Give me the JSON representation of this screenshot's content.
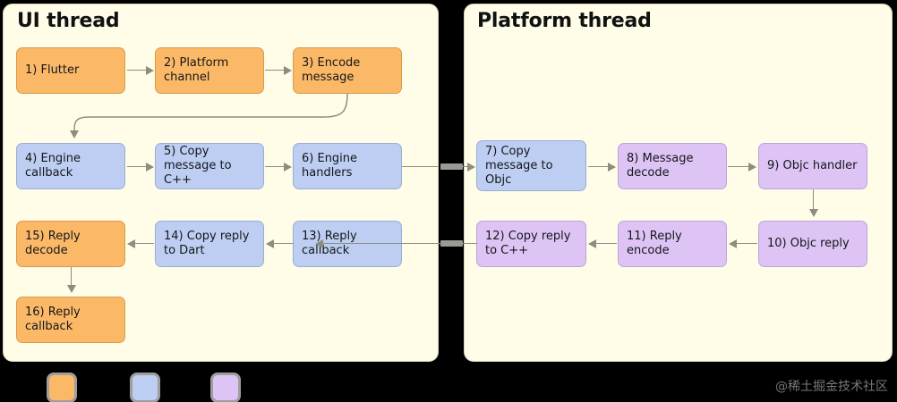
{
  "diagram": {
    "title_ui": "UI thread",
    "title_platform": "Platform thread",
    "watermark": "@稀土掘金技术社区",
    "colors": {
      "orange": "#FBB968",
      "blue": "#BDCEF2",
      "purple": "#DDC4F5",
      "panel_background": "#FFFCE8",
      "canvas_background": "#000000",
      "connector": "#8a8d80"
    },
    "lanes": [
      {
        "name": "ui-thread",
        "title": "UI thread",
        "nodes": [
          {
            "id": "n1",
            "label_lines": [
              "1) Flutter"
            ],
            "color": "orange"
          },
          {
            "id": "n2",
            "label_lines": [
              "2) Platform",
              "channel"
            ],
            "color": "orange"
          },
          {
            "id": "n3",
            "label_lines": [
              "3) Encode",
              "message"
            ],
            "color": "orange"
          },
          {
            "id": "n4",
            "label_lines": [
              "4) Engine",
              "callback"
            ],
            "color": "blue"
          },
          {
            "id": "n5",
            "label_lines": [
              "5) Copy",
              "message to C++"
            ],
            "color": "blue"
          },
          {
            "id": "n6",
            "label_lines": [
              "6) Engine",
              "handlers"
            ],
            "color": "blue"
          },
          {
            "id": "n13",
            "label_lines": [
              "13) Reply",
              "callback"
            ],
            "color": "blue"
          },
          {
            "id": "n14",
            "label_lines": [
              "14) Copy reply",
              "to Dart"
            ],
            "color": "blue"
          },
          {
            "id": "n15",
            "label_lines": [
              "15) Reply",
              "decode"
            ],
            "color": "orange"
          },
          {
            "id": "n16",
            "label_lines": [
              "16) Reply",
              "callback"
            ],
            "color": "orange"
          }
        ]
      },
      {
        "name": "platform-thread",
        "title": "Platform thread",
        "nodes": [
          {
            "id": "n7",
            "label_lines": [
              "7) Copy",
              "message to",
              "Objc"
            ],
            "color": "blue"
          },
          {
            "id": "n8",
            "label_lines": [
              "8) Message",
              "decode"
            ],
            "color": "purple"
          },
          {
            "id": "n9",
            "label_lines": [
              "9) Objc handler"
            ],
            "color": "purple"
          },
          {
            "id": "n10",
            "label_lines": [
              "10) Objc reply"
            ],
            "color": "purple"
          },
          {
            "id": "n11",
            "label_lines": [
              "11) Reply",
              "encode"
            ],
            "color": "purple"
          },
          {
            "id": "n12",
            "label_lines": [
              "12) Copy reply",
              "to C++"
            ],
            "color": "purple"
          }
        ]
      }
    ],
    "edges": [
      {
        "from": "n1",
        "to": "n2"
      },
      {
        "from": "n2",
        "to": "n3"
      },
      {
        "from": "n3",
        "to": "n4"
      },
      {
        "from": "n4",
        "to": "n5"
      },
      {
        "from": "n5",
        "to": "n6"
      },
      {
        "from": "n6",
        "to": "n7"
      },
      {
        "from": "n7",
        "to": "n8"
      },
      {
        "from": "n8",
        "to": "n9"
      },
      {
        "from": "n9",
        "to": "n10"
      },
      {
        "from": "n10",
        "to": "n11"
      },
      {
        "from": "n11",
        "to": "n12"
      },
      {
        "from": "n12",
        "to": "n13"
      },
      {
        "from": "n13",
        "to": "n14"
      },
      {
        "from": "n14",
        "to": "n15"
      },
      {
        "from": "n15",
        "to": "n16"
      }
    ],
    "legend": [
      {
        "name": "legend-swatch-orange",
        "color": "#FBB968"
      },
      {
        "name": "legend-swatch-blue",
        "color": "#BDCEF2"
      },
      {
        "name": "legend-swatch-purple",
        "color": "#DDC4F5"
      }
    ]
  }
}
